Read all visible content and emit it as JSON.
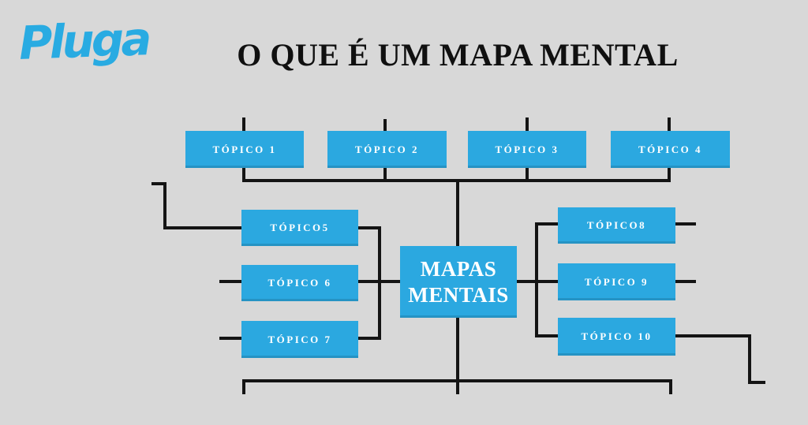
{
  "brand": {
    "logo_text": "Pluga",
    "logo_color": "#29abe2"
  },
  "header": {
    "title": "O QUE É UM MAPA MENTAL"
  },
  "diagram": {
    "type": "mind-map",
    "background_color": "#d8d8d8",
    "node_color": "#2ba8e0",
    "node_text_color": "#ffffff",
    "connector_color": "#141414",
    "center_node": {
      "label": "MAPAS MENTAIS"
    },
    "top_row": [
      {
        "label": "TÓPICO 1"
      },
      {
        "label": "TÓPICO 2"
      },
      {
        "label": "TÓPICO 3"
      },
      {
        "label": "TÓPICO 4"
      }
    ],
    "left_column": [
      {
        "label": "TÓPICO5"
      },
      {
        "label": "TÓPICO 6"
      },
      {
        "label": "TÓPICO 7"
      }
    ],
    "right_column": [
      {
        "label": "TÓPICO8"
      },
      {
        "label": "TÓPICO 9"
      },
      {
        "label": "TÓPICO 10"
      }
    ]
  }
}
